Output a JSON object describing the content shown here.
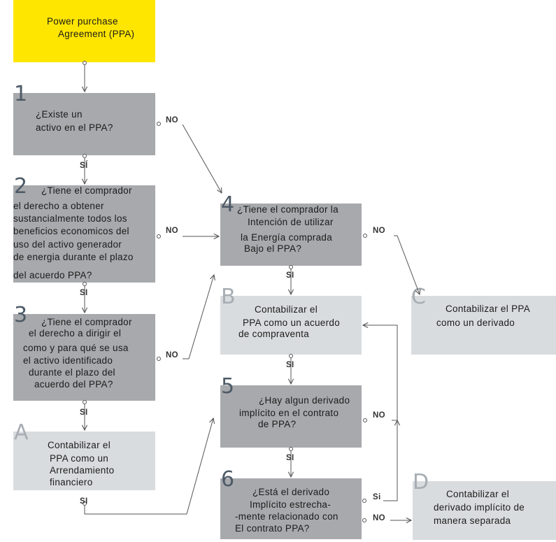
{
  "start": {
    "lines": [
      "Power purchase",
      "Agreement (PPA)"
    ]
  },
  "boxes": {
    "b1": {
      "num": "1",
      "lines": [
        "¿Existe un",
        "activo en el PPA?"
      ]
    },
    "b2": {
      "num": "2",
      "lines": [
        "¿Tiene el comprador",
        "el derecho a obtener",
        "sustancialmente  todos los",
        "beneficios economicos del",
        "uso del activo generador",
        "de energia durante el plazo",
        "del acuerdo PPA?"
      ]
    },
    "b3": {
      "num": "3",
      "lines": [
        "¿Tiene el comprador",
        "el derecho a dirigir el",
        "como y para qué se usa",
        "el activo identificado",
        "durante el plazo del",
        "acuerdo del  PPA?"
      ]
    },
    "bA": {
      "num": "A",
      "lines": [
        "Contabilizar el",
        "PPA como un",
        "Arrendamiento",
        "financiero"
      ]
    },
    "b4": {
      "num": "4",
      "lines": [
        "¿Tiene el comprador  la",
        "Intención de utilizar",
        "la Energía comprada",
        "Bajo el PPA?"
      ]
    },
    "bB": {
      "num": "B",
      "lines": [
        "Contabilizar el",
        "PPA como un acuerdo",
        "de compraventa"
      ]
    },
    "b5": {
      "num": "5",
      "lines": [
        "¿Hay algun derivado",
        "implícito en el contrato",
        "de PPA?"
      ]
    },
    "b6": {
      "num": "6",
      "lines": [
        "¿Está el derivado",
        "Implícito estrecha-",
        "-mente relacionado con",
        "El contrato PPA?"
      ]
    },
    "bC": {
      "num": "C",
      "lines": [
        "Contabilizar el PPA",
        "como un derivado"
      ]
    },
    "bD": {
      "num": "D",
      "lines": [
        "Contabilizar el",
        "derivado implícito de",
        "manera separada"
      ]
    }
  },
  "labels": {
    "no1": "NO",
    "si1": "SÍ",
    "no2": "NO",
    "si2": "SI",
    "no3": "NO",
    "si3": "SI",
    "siA": "SI",
    "no4": "NO",
    "si4": "SI",
    "siB": "SI",
    "no5": "NO",
    "si5": "SI",
    "si6": "Si",
    "no6": "NO"
  },
  "colors": {
    "start": "#ffe600",
    "question": "#a7a9ac",
    "outcome": "#d9dcde",
    "line": "#555555"
  }
}
